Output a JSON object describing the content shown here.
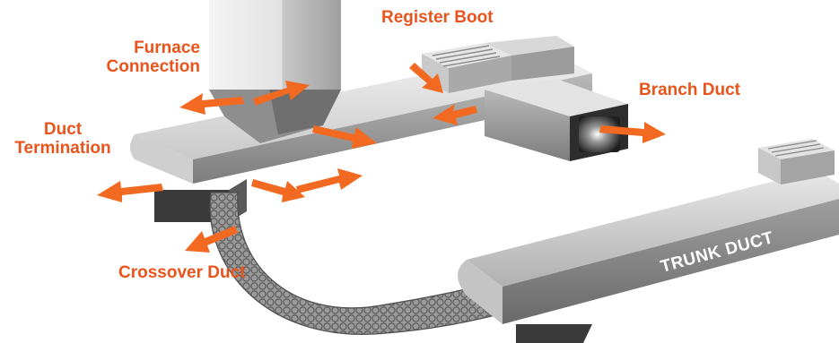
{
  "colors": {
    "label": "#e8541c",
    "arrow": "#f26a22",
    "duct_light": "#e4e4e4",
    "duct_mid": "#b5b5b5",
    "duct_dark": "#4a4a4a",
    "flex_duct": "#8c8c8c",
    "trunk_text": "#ffffff"
  },
  "labels": {
    "register_boot": "Register Boot",
    "furnace_connection_line1": "Furnace",
    "furnace_connection_line2": "Connection",
    "branch_duct": "Branch Duct",
    "duct_termination_line1": "Duct",
    "duct_termination_line2": "Termination",
    "crossover_duct": "Crossover Duct",
    "trunk_duct": "TRUNK DUCT"
  }
}
